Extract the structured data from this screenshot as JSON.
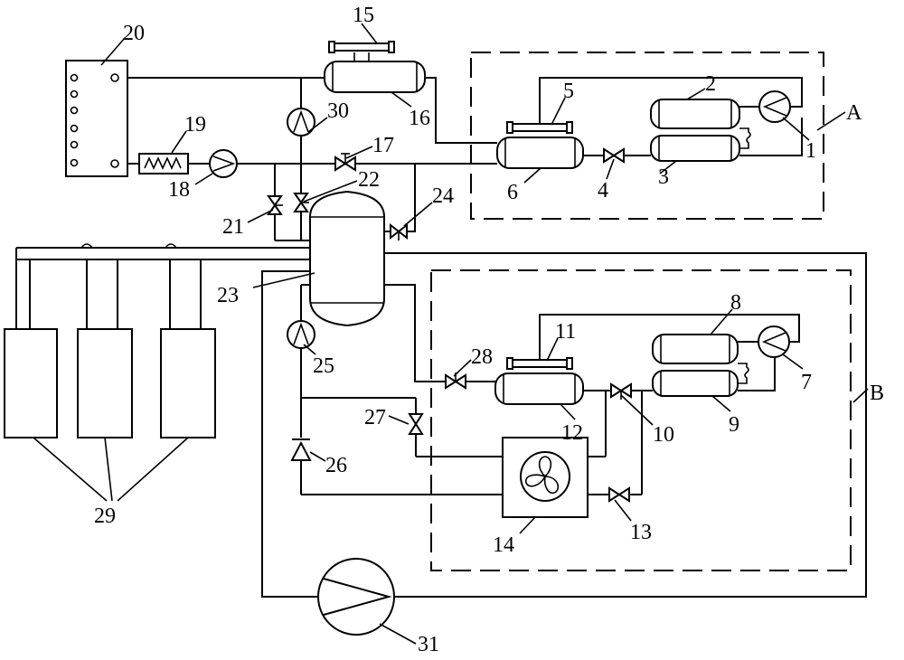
{
  "labels": {
    "l1": "1",
    "l2": "2",
    "l3": "3",
    "l4": "4",
    "l5": "5",
    "l6": "6",
    "l7": "7",
    "l8": "8",
    "l9": "9",
    "l10": "10",
    "l11": "11",
    "l12": "12",
    "l13": "13",
    "l14": "14",
    "l15": "15",
    "l16": "16",
    "l17": "17",
    "l18": "18",
    "l19": "19",
    "l20": "20",
    "l21": "21",
    "l22": "22",
    "l23": "23",
    "l24": "24",
    "l25": "25",
    "l26": "26",
    "l27": "27",
    "l28": "28",
    "l29": "29",
    "l30": "30",
    "l31": "31",
    "zoneA": "A",
    "zoneB": "B"
  },
  "icons": {
    "pump": "pump-icon",
    "valve": "valve-icon",
    "fan": "fan-icon",
    "check_valve": "check-valve-icon",
    "heater": "heater-icon"
  }
}
